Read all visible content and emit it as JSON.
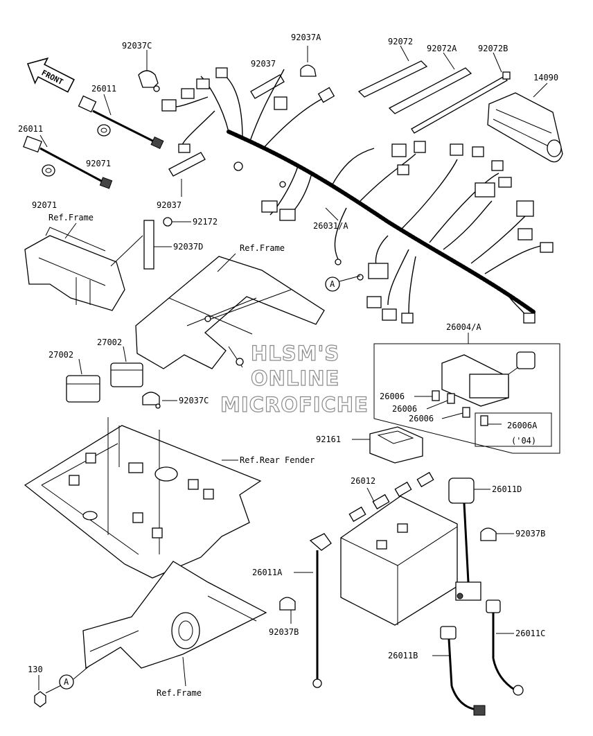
{
  "direction_arrow": {
    "label": "FRONT"
  },
  "watermark": {
    "lines": [
      "HLSM'S",
      "ONLINE",
      "MICROFICHE"
    ]
  },
  "circle_marker": "A",
  "part_labels": [
    {
      "id": "92037C",
      "text": "92037C"
    },
    {
      "id": "92037A",
      "text": "92037A"
    },
    {
      "id": "92072",
      "text": "92072"
    },
    {
      "id": "92072A",
      "text": "92072A"
    },
    {
      "id": "92072B",
      "text": "92072B"
    },
    {
      "id": "92037",
      "text": "92037"
    },
    {
      "id": "14090",
      "text": "14090"
    },
    {
      "id": "26011",
      "text": "26011"
    },
    {
      "id": "92071",
      "text": "92071"
    },
    {
      "id": "92172",
      "text": "92172"
    },
    {
      "id": "92037D",
      "text": "92037D"
    },
    {
      "id": "26031-A",
      "text": "26031/A"
    },
    {
      "id": "26004-A",
      "text": "26004/A"
    },
    {
      "id": "27002",
      "text": "27002"
    },
    {
      "id": "26006",
      "text": "26006"
    },
    {
      "id": "26006A",
      "text": "26006A"
    },
    {
      "id": "26006A-note",
      "text": "('04)"
    },
    {
      "id": "92161",
      "text": "92161"
    },
    {
      "id": "26012",
      "text": "26012"
    },
    {
      "id": "26011D",
      "text": "26011D"
    },
    {
      "id": "92037B",
      "text": "92037B"
    },
    {
      "id": "26011A",
      "text": "26011A"
    },
    {
      "id": "26011C",
      "text": "26011C"
    },
    {
      "id": "26011B",
      "text": "26011B"
    },
    {
      "id": "130",
      "text": "130"
    }
  ],
  "reference_labels": [
    {
      "id": "ref-frame",
      "text": "Ref.Frame"
    },
    {
      "id": "ref-rear-fender",
      "text": "Ref.Rear Fender"
    }
  ]
}
